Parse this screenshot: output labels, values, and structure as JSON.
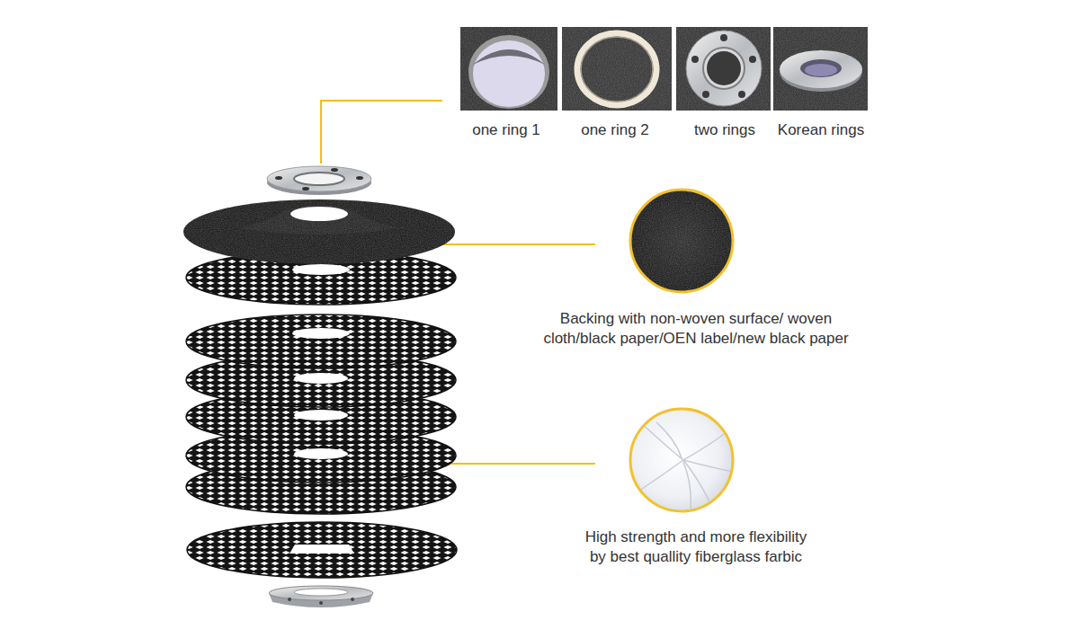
{
  "diagram": {
    "labels": [
      "one ring 1",
      "one ring 2",
      "two rings",
      "Korean rings",
      "Backing with non-woven surface/ woven cloth/black paper/OEN label/new black paper",
      "High strength and more flexibility by best quallity fiberglass farbic"
    ]
  }
}
